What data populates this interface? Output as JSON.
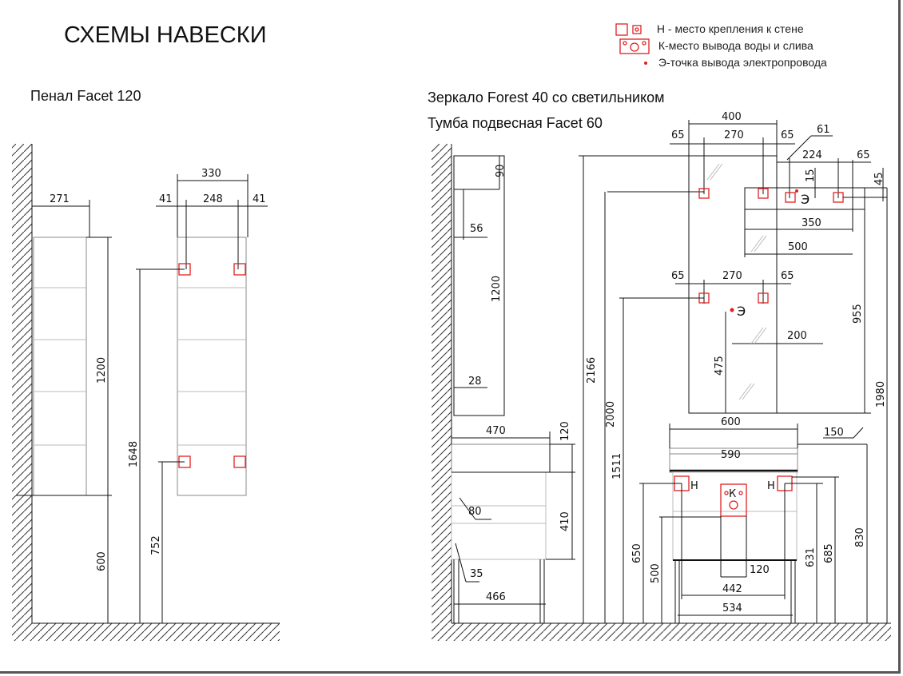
{
  "title": "СХЕМЫ НАВЕСКИ",
  "legend": [
    {
      "text": "Н - место крепления к стене",
      "icon": "wall-mount-icon"
    },
    {
      "text": "К-место вывода воды и слива",
      "icon": "water-outlet-icon"
    },
    {
      "text": "Э-точка вывода электропровода",
      "icon": "electric-point-icon"
    }
  ],
  "sections": {
    "penal": "Пенал Facet 120",
    "mirror": "Зеркало Forest 40 со светильником",
    "cabinet": "Тумба подвесная Facet 60"
  },
  "markers": {
    "mount": "Н",
    "water": "К",
    "electric": "Э"
  },
  "colors": {
    "accent": "#e02020",
    "line": "#111111"
  },
  "penal_dims": {
    "depth": "271",
    "height": "1200",
    "floor_gap": "600",
    "width": "330",
    "inner": "248",
    "left_offset": "41",
    "right_offset": "41",
    "top_mount": "1648",
    "bottom_mount": "752"
  },
  "mirror_dims": {
    "top_gap": "90",
    "side_offset": "56",
    "height": "1200",
    "bottom_offset": "28",
    "width": "400",
    "left": "65",
    "between": "270",
    "right": "65",
    "lamp_offset": "61",
    "lamp_between": "224",
    "lamp_right": "65",
    "lamp_e": "15",
    "lamp_h": "45",
    "lamp_inner": "350",
    "lamp_width": "500",
    "left2": "65",
    "between2": "270",
    "right2": "65",
    "e_offset": "200",
    "e_height": "475",
    "total": "2166",
    "mirror_top": "2000",
    "mount_low": "1511",
    "mount_to_bottom": "955",
    "lamp_top": "1980"
  },
  "cabinet_dims": {
    "depth": "470",
    "top_h": "120",
    "body_h": "410",
    "inset": "80",
    "leg_inset": "35",
    "leg_depth": "466",
    "width": "600",
    "sink": "590",
    "overhang": "150",
    "pipe_w": "120",
    "mount_between": "442",
    "legs_between": "534",
    "outlet_high": "650",
    "outlet_low": "500",
    "h631": "631",
    "h685": "685",
    "h830": "830"
  }
}
